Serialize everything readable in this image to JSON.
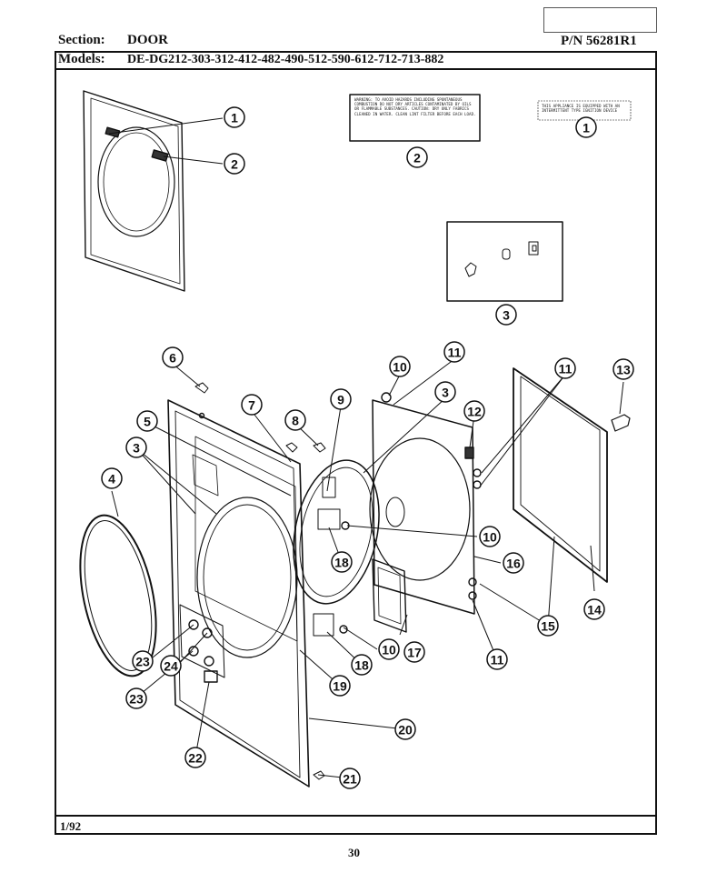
{
  "header": {
    "section_label": "Section:",
    "section_value": "DOOR",
    "part_number": "P/N 56281R1",
    "models_label": "Models:",
    "models_value": "DE-DG212-303-312-412-482-490-512-590-612-712-713-882"
  },
  "footer": {
    "date": "1/92",
    "page_number": "30"
  },
  "labels": {
    "warning": "WARNING: TO AVOID HAZARDS INCLUDING SPONTANEOUS COMBUSTION DO NOT DRY ARTICLES CONTAMINATED BY OILS OR FLAMMABLE SUBSTANCES. CAUTION: DRY ONLY FABRICS CLEANED IN WATER. CLEAN LINT FILTER BEFORE EACH LOAD.",
    "caution": "THIS APPLIANCE IS EQUIPPED WITH AN INTERMITTENT TYPE IGNITION DEVICE"
  },
  "callouts": [
    {
      "n": "1"
    },
    {
      "n": "2"
    },
    {
      "n": "2"
    },
    {
      "n": "1"
    },
    {
      "n": "3"
    },
    {
      "n": "6"
    },
    {
      "n": "7"
    },
    {
      "n": "9"
    },
    {
      "n": "3"
    },
    {
      "n": "10"
    },
    {
      "n": "11"
    },
    {
      "n": "11"
    },
    {
      "n": "13"
    },
    {
      "n": "5"
    },
    {
      "n": "8"
    },
    {
      "n": "12"
    },
    {
      "n": "3"
    },
    {
      "n": "4"
    },
    {
      "n": "10"
    },
    {
      "n": "18"
    },
    {
      "n": "16"
    },
    {
      "n": "14"
    },
    {
      "n": "15"
    },
    {
      "n": "17"
    },
    {
      "n": "10"
    },
    {
      "n": "11"
    },
    {
      "n": "23"
    },
    {
      "n": "24"
    },
    {
      "n": "18"
    },
    {
      "n": "19"
    },
    {
      "n": "23"
    },
    {
      "n": "20"
    },
    {
      "n": "22"
    },
    {
      "n": "21"
    }
  ]
}
